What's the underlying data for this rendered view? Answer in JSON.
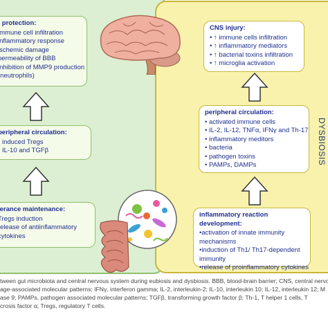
{
  "side_label": "DYSBIOSIS",
  "left": {
    "top_box": {
      "title": "- protection:",
      "items": [
        "immune cell infiltration",
        "inflammatory response",
        "ischemic damage",
        "permeability of BBB",
        "inhibition of MMP9 production",
        "(neutrophils)"
      ]
    },
    "middle_box": {
      "title": "peripheral circulation:",
      "items": [
        "• induced Tregs",
        "• IL-10 and TGFβ"
      ]
    },
    "bottom_box": {
      "title": "lerance maintenance:",
      "items": [
        "Tregs induction",
        "release of antiinflammatory",
        "cytokines"
      ]
    }
  },
  "right": {
    "top_box": {
      "title": "CNS injury:",
      "items": [
        "• ↑ immune cells infiltration",
        "• ↑ inflammatory mediators",
        "• ↑ bacterial toxins infiltration",
        "• ↑ microglia activation"
      ]
    },
    "middle_box": {
      "title": "peripheral circulation:",
      "items": [
        "• activated immune cells",
        "• IL-2, IL-12, TNFα, IFNγ and Th-17",
        "• inflammatory meditors",
        "• bacteria",
        "• pathogen toxins",
        "• PAMPs, DAMPs"
      ]
    },
    "bottom_box": {
      "title": "inflammatory reaction development:",
      "items": [
        "•activation of innate immunity",
        " mechanisms",
        "•induction of Th1/ Th17-dependent",
        " immunity",
        "•release of proinflammatory cytokines"
      ]
    }
  },
  "caption": [
    "tween gut microbiota and central nervous system during eubiosis and dysbiosis. BBB, blood-brain barrier; CNS, central nervo",
    "age-associated molecular patterns; IFNγ, interferon gamma; IL-2, interleukin-2; IL-10, interleukin 10; IL-12, interleukin 12; M",
    "ase 9; PAMPs, pathogen associated molecular patterns; TGFβ, transforming growth factor β; Th-1, T helper 1 cells, T",
    "crosis factor α; Tregs, regulatory T cells."
  ],
  "colors": {
    "left_panel": "#dcefd2",
    "right_panel": "#f8f2ad",
    "text": "#1f2f8f"
  },
  "icons": [
    "brain-illustration",
    "microbiota-illustration",
    "intestine-illustration",
    "up-arrow-icon"
  ]
}
